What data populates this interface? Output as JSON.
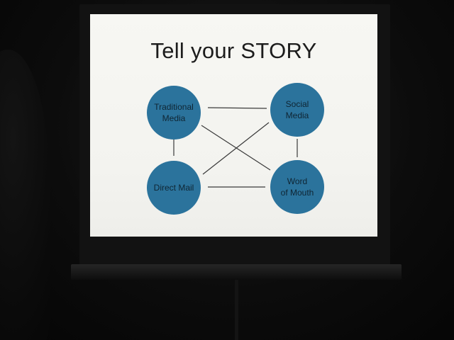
{
  "slide": {
    "title": "Tell your STORY",
    "nodes": {
      "traditional_media": "Traditional\nMedia",
      "social_media": "Social\nMedia",
      "direct_mail": "Direct Mail",
      "word_of_mouth": "Word\nof Mouth"
    },
    "node_color": "#2b739c"
  }
}
